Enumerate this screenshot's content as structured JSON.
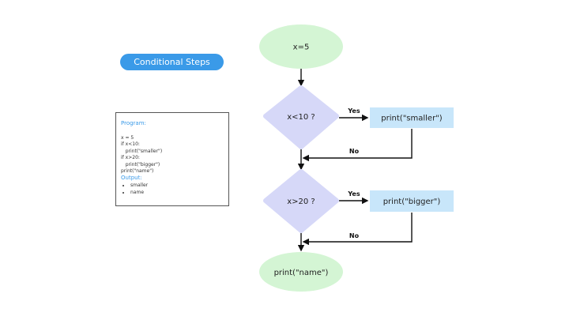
{
  "title_badge": {
    "label": "Conditional Steps",
    "color": "#3a9ae8"
  },
  "program_box": {
    "program_heading": "Program:",
    "code_lines": [
      "x = 5",
      "if x<10:",
      "   print(\"smaller\")",
      "if x>20:",
      "   print(\"bigger\")",
      "print(\"name\")"
    ],
    "output_heading": "Output:",
    "outputs": [
      "smaller",
      "name"
    ]
  },
  "flowchart": {
    "start": {
      "label": "x=5",
      "shape": "ellipse",
      "color": "#d4f5d4"
    },
    "decision1": {
      "label": "x<10 ?",
      "shape": "diamond",
      "color": "#d6d8f8"
    },
    "action1": {
      "label": "print(\"smaller\")",
      "shape": "rectangle",
      "color": "#c8e6fa"
    },
    "decision2": {
      "label": "x>20 ?",
      "shape": "diamond",
      "color": "#d6d8f8"
    },
    "action2": {
      "label": "print(\"bigger\")",
      "shape": "rectangle",
      "color": "#c8e6fa"
    },
    "end": {
      "label": "print(\"name\")",
      "shape": "ellipse",
      "color": "#d4f5d4"
    },
    "edges": {
      "d1_yes": "Yes",
      "d1_no": "No",
      "d2_yes": "Yes",
      "d2_no": "No"
    }
  }
}
